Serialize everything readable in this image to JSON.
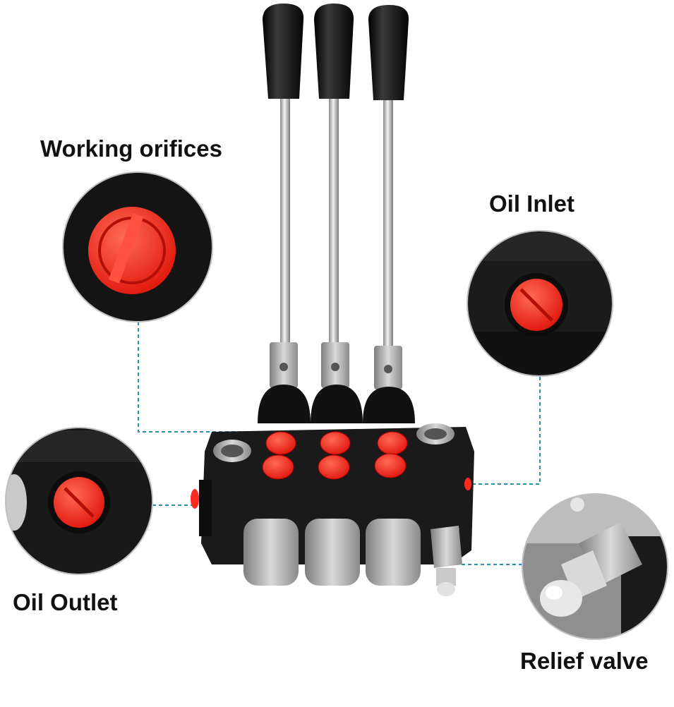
{
  "callouts": {
    "working_orifices": "Working orifices",
    "oil_inlet": "Oil Inlet",
    "oil_outlet": "Oil Outlet",
    "relief_valve": "Relief valve"
  },
  "colors": {
    "background": "#ffffff",
    "valve_body": "#1a1a1a",
    "port_caps": "#ff2a1f",
    "leader_lines": "#2a8fb0",
    "handle_knobs": "#0d0d0d",
    "steel": "#b8b8b8"
  },
  "product": {
    "levers": 3,
    "ports_front": 6
  }
}
